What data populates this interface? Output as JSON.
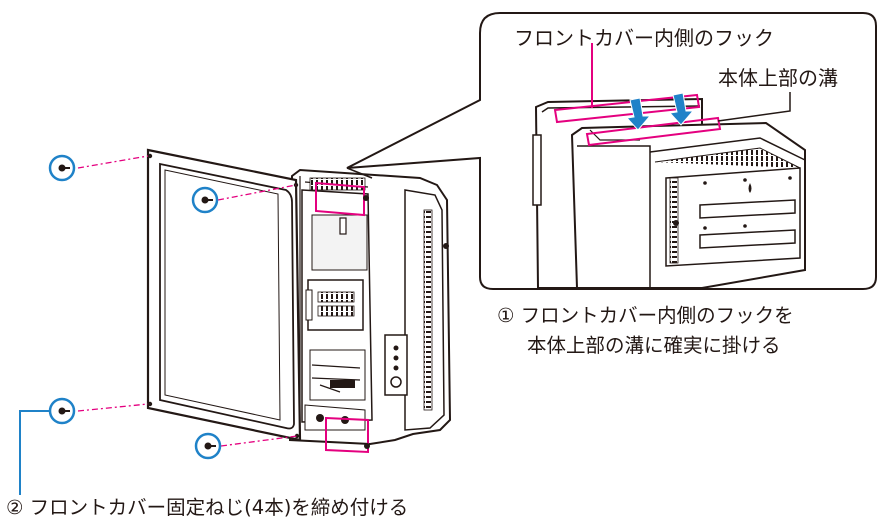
{
  "labels": {
    "front_cover_hook": "フロントカバー内側のフック",
    "body_top_groove": "本体上部の溝",
    "step1_line1": "① フロントカバー内側のフックを",
    "step1_line2": "本体上部の溝に確実に掛ける",
    "step2": "② フロントカバー固定ねじ(4本)を締め付ける"
  },
  "screws": [
    {
      "id": "screw-top-left",
      "icon": "screw-icon"
    },
    {
      "id": "screw-top-center",
      "icon": "screw-icon"
    },
    {
      "id": "screw-bottom-left",
      "icon": "screw-icon"
    },
    {
      "id": "screw-bottom-center",
      "icon": "screw-icon"
    }
  ],
  "colors": {
    "leader_magenta": "#e4007f",
    "arrow_blue": "#1f82c8",
    "line_black": "#231815",
    "screw_ring": "#1f82c8"
  }
}
